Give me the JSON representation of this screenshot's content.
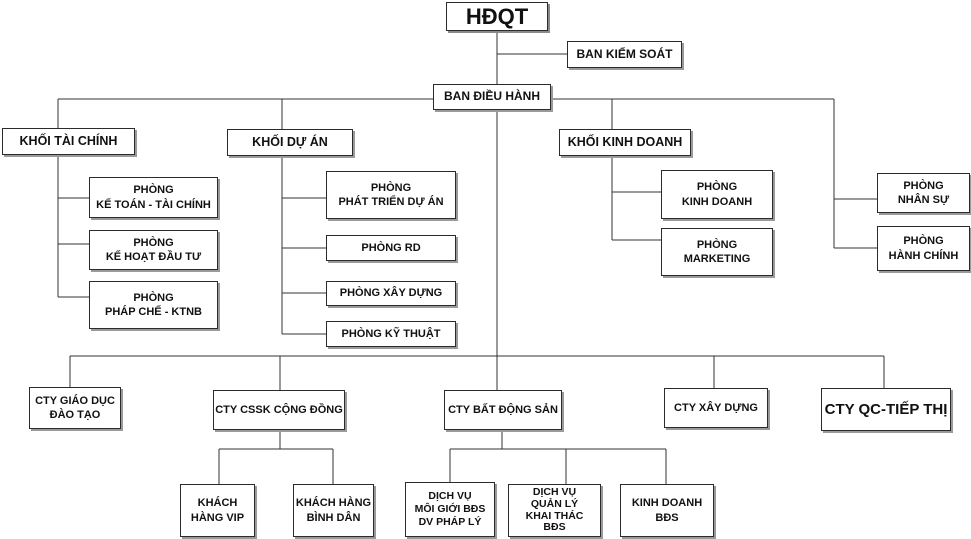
{
  "chart": {
    "top": "HĐQT",
    "control": "BAN KIỂM SOÁT",
    "exec": "BAN ĐIỀU HÀNH",
    "finance": {
      "title": "KHỐI TÀI CHÍNH",
      "depts": [
        [
          "PHÒNG",
          "KẾ TOÁN - TÀI CHÍNH"
        ],
        [
          "PHÒNG",
          "KẾ HOẠT ĐẦU TƯ"
        ],
        [
          "PHÒNG",
          "PHÁP CHẾ - KTNB"
        ]
      ]
    },
    "project": {
      "title": "KHỐI DỰ ÁN",
      "depts": [
        [
          "PHÒNG",
          "PHÁT TRIỂN DỰ ÁN"
        ],
        [
          "PHÒNG RD"
        ],
        [
          "PHÒNG XÂY DỰNG"
        ],
        [
          "PHÒNG KỸ THUẬT"
        ]
      ]
    },
    "business": {
      "title": "KHỐI KINH DOANH",
      "depts": [
        [
          "PHÒNG",
          "KINH DOANH"
        ],
        [
          "PHÒNG",
          "MARKETING"
        ]
      ]
    },
    "standalone": [
      [
        "PHÒNG",
        "NHÂN SỰ"
      ],
      [
        "PHÒNG",
        "HÀNH CHÍNH"
      ]
    ],
    "companies": [
      [
        "CTY GIÁO DỤC",
        "ĐÀO TẠO"
      ],
      [
        "CTY CSSK CỘNG ĐỒNG"
      ],
      [
        "CTY BẤT ĐỘNG SẢN"
      ],
      [
        "CTY XÂY DỰNG"
      ],
      [
        "CTY QC-TIẾP THỊ"
      ]
    ],
    "cssk_units": [
      [
        "KHÁCH",
        "HÀNG VIP"
      ],
      [
        "KHÁCH HÀNG",
        "BÌNH DÂN"
      ]
    ],
    "bds_units": [
      [
        "DỊCH VỤ",
        "MÔI GIỚI BĐS",
        "DV PHÁP LÝ"
      ],
      [
        "DỊCH VỤ",
        "QUẢN LÝ",
        "KHAI THÁC",
        "BĐS"
      ],
      [
        "KINH DOANH",
        "BĐS"
      ]
    ]
  }
}
